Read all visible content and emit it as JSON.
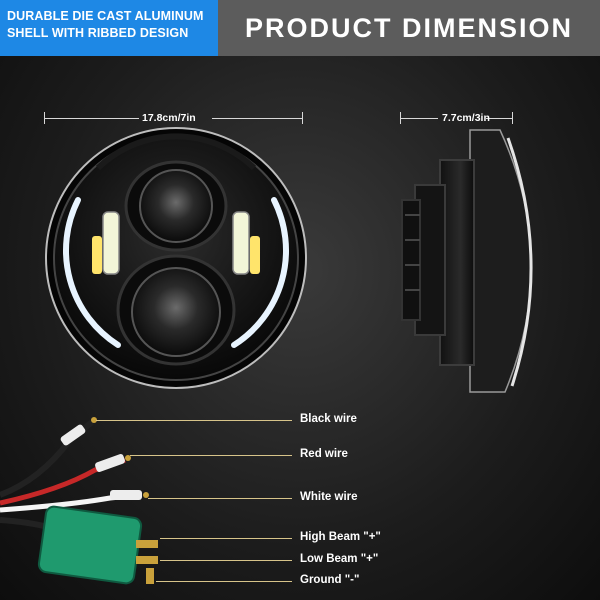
{
  "banner": {
    "left_line1": "DURABLE DIE CAST ALUMINUM",
    "left_line2": "SHELL WITH RIBBED DESIGN",
    "right_title": "PRODUCT DIMENSION"
  },
  "dimensions": {
    "diameter": "17.8cm/7in",
    "depth": "7.7cm/3in"
  },
  "wires": [
    {
      "label": "Black wire"
    },
    {
      "label": "Red wire"
    },
    {
      "label": "White wire"
    },
    {
      "label": "High Beam \"+\""
    },
    {
      "label": "Low Beam \"+\""
    },
    {
      "label": "Ground \"-\""
    }
  ],
  "colors": {
    "banner_blue": "#1e88e5",
    "banner_gray": "#5c5c5c",
    "connector_green": "#1f9a6e",
    "drl_white": "#e8f4ff",
    "lead_line": "#d7c48a"
  }
}
